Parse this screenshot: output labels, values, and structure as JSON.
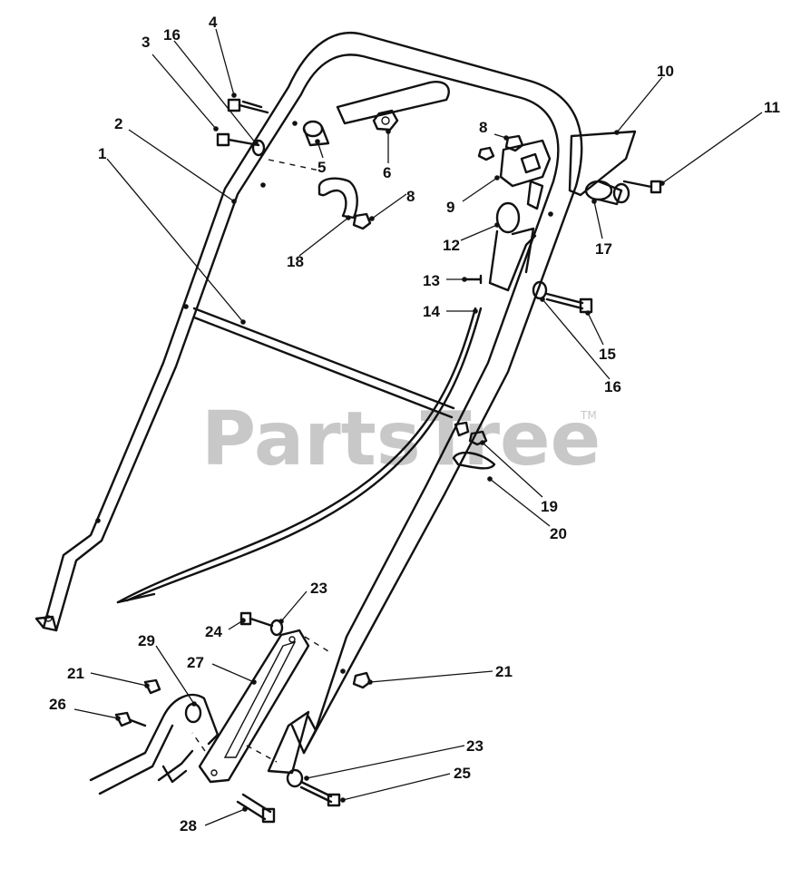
{
  "watermark": {
    "text": "PartsTree",
    "trademark": "TM"
  },
  "callouts": [
    {
      "id": "1",
      "label": "1"
    },
    {
      "id": "2",
      "label": "2"
    },
    {
      "id": "3",
      "label": "3"
    },
    {
      "id": "4",
      "label": "4"
    },
    {
      "id": "5",
      "label": "5"
    },
    {
      "id": "6",
      "label": "6"
    },
    {
      "id": "8a",
      "label": "8"
    },
    {
      "id": "8b",
      "label": "8"
    },
    {
      "id": "9",
      "label": "9"
    },
    {
      "id": "10",
      "label": "10"
    },
    {
      "id": "11",
      "label": "11"
    },
    {
      "id": "12",
      "label": "12"
    },
    {
      "id": "13",
      "label": "13"
    },
    {
      "id": "14",
      "label": "14"
    },
    {
      "id": "15",
      "label": "15"
    },
    {
      "id": "16a",
      "label": "16"
    },
    {
      "id": "16b",
      "label": "16"
    },
    {
      "id": "17",
      "label": "17"
    },
    {
      "id": "18",
      "label": "18"
    },
    {
      "id": "19",
      "label": "19"
    },
    {
      "id": "20",
      "label": "20"
    },
    {
      "id": "21a",
      "label": "21"
    },
    {
      "id": "21b",
      "label": "21"
    },
    {
      "id": "23a",
      "label": "23"
    },
    {
      "id": "23b",
      "label": "23"
    },
    {
      "id": "24",
      "label": "24"
    },
    {
      "id": "25",
      "label": "25"
    },
    {
      "id": "26",
      "label": "26"
    },
    {
      "id": "27",
      "label": "27"
    },
    {
      "id": "28",
      "label": "28"
    },
    {
      "id": "29",
      "label": "29"
    }
  ]
}
